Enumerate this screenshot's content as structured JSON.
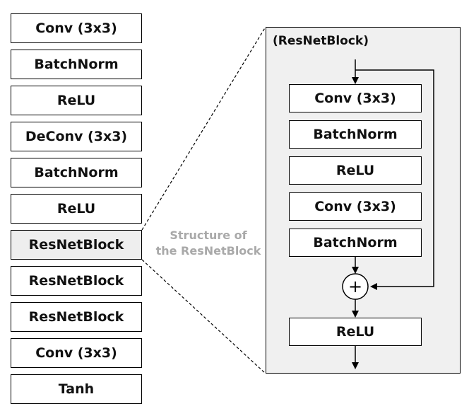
{
  "main_stack": {
    "layers": [
      {
        "label": "Conv (3x3)"
      },
      {
        "label": "BatchNorm"
      },
      {
        "label": "ReLU"
      },
      {
        "label": "DeConv (3x3)"
      },
      {
        "label": "BatchNorm"
      },
      {
        "label": "ReLU"
      },
      {
        "label": "ResNetBlock"
      },
      {
        "label": "ResNetBlock"
      },
      {
        "label": "ResNetBlock"
      },
      {
        "label": "Conv (3x3)"
      },
      {
        "label": "Tanh"
      }
    ]
  },
  "caption": {
    "line1": "Structure of",
    "line2": "the ResNetBlock"
  },
  "resnet_block": {
    "title": "(ResNetBlock)",
    "layers": [
      {
        "label": "Conv (3x3)"
      },
      {
        "label": "BatchNorm"
      },
      {
        "label": "ReLU"
      },
      {
        "label": "Conv (3x3)"
      },
      {
        "label": "BatchNorm"
      }
    ],
    "add_symbol": "+",
    "output_layer": "ReLU"
  },
  "colors": {
    "highlight_fill": "#eeeeee",
    "panel_fill": "#f0f0f0",
    "caption_text": "#a9a9a9"
  }
}
